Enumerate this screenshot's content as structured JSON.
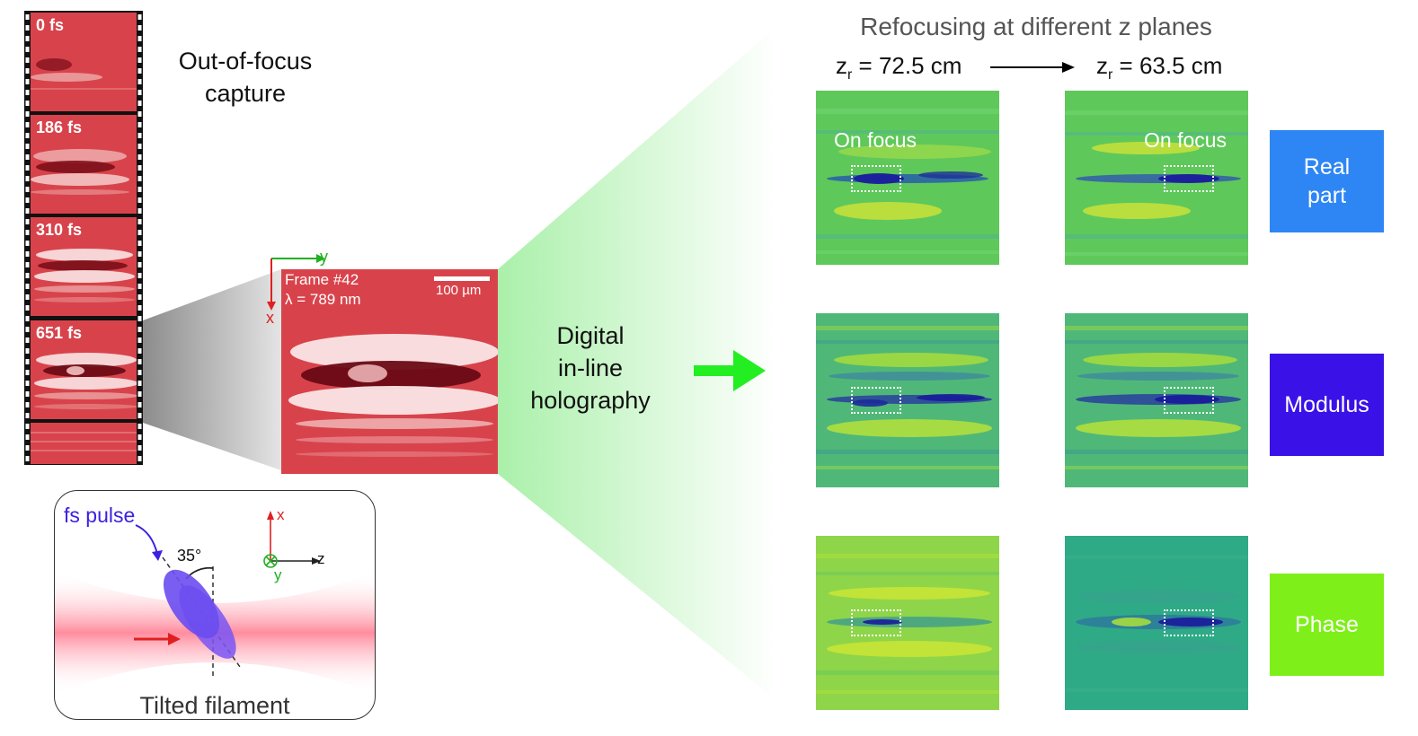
{
  "film": {
    "frames": [
      {
        "label": "0 fs"
      },
      {
        "label": "186 fs"
      },
      {
        "label": "310 fs"
      },
      {
        "label": "651 fs"
      },
      {
        "label": ""
      }
    ]
  },
  "capture_heading": {
    "line1": "Out-of-focus",
    "line2": "capture"
  },
  "hologram": {
    "frame_label": "Frame #42",
    "wavelength_label": "λ = 789 nm",
    "scale_bar_label": "100 µm",
    "axis_y": "y",
    "axis_x": "x"
  },
  "method": {
    "line1": "Digital",
    "line2": "in-line",
    "line3": "holography"
  },
  "setup": {
    "pulse_label": "fs pulse",
    "angle_label": "35°",
    "caption": "Tilted filament",
    "axis_x": "x",
    "axis_y": "y",
    "axis_z": "z"
  },
  "refocus": {
    "title": "Refocusing at different z planes",
    "plane_left": {
      "z": "z",
      "sub": "r",
      "value": " = 72.5 cm"
    },
    "plane_right": {
      "z": "z",
      "sub": "r",
      "value": " = 63.5 cm"
    },
    "focus_label": "On focus"
  },
  "rows": [
    {
      "line1": "Real",
      "line2": "part",
      "color": "#2e86f5"
    },
    {
      "line1": "Modulus",
      "line2": "",
      "color": "#3a12e8"
    },
    {
      "line1": "Phase",
      "line2": "",
      "color": "#7fef1a"
    }
  ],
  "colors": {
    "hologram_red": "#d8434b",
    "viridis_green": "#5fc85a",
    "arrow_green": "#22ee22",
    "axis_red": "#e02020",
    "axis_green": "#20b020",
    "pulse_purple": "#6a4cf0"
  }
}
